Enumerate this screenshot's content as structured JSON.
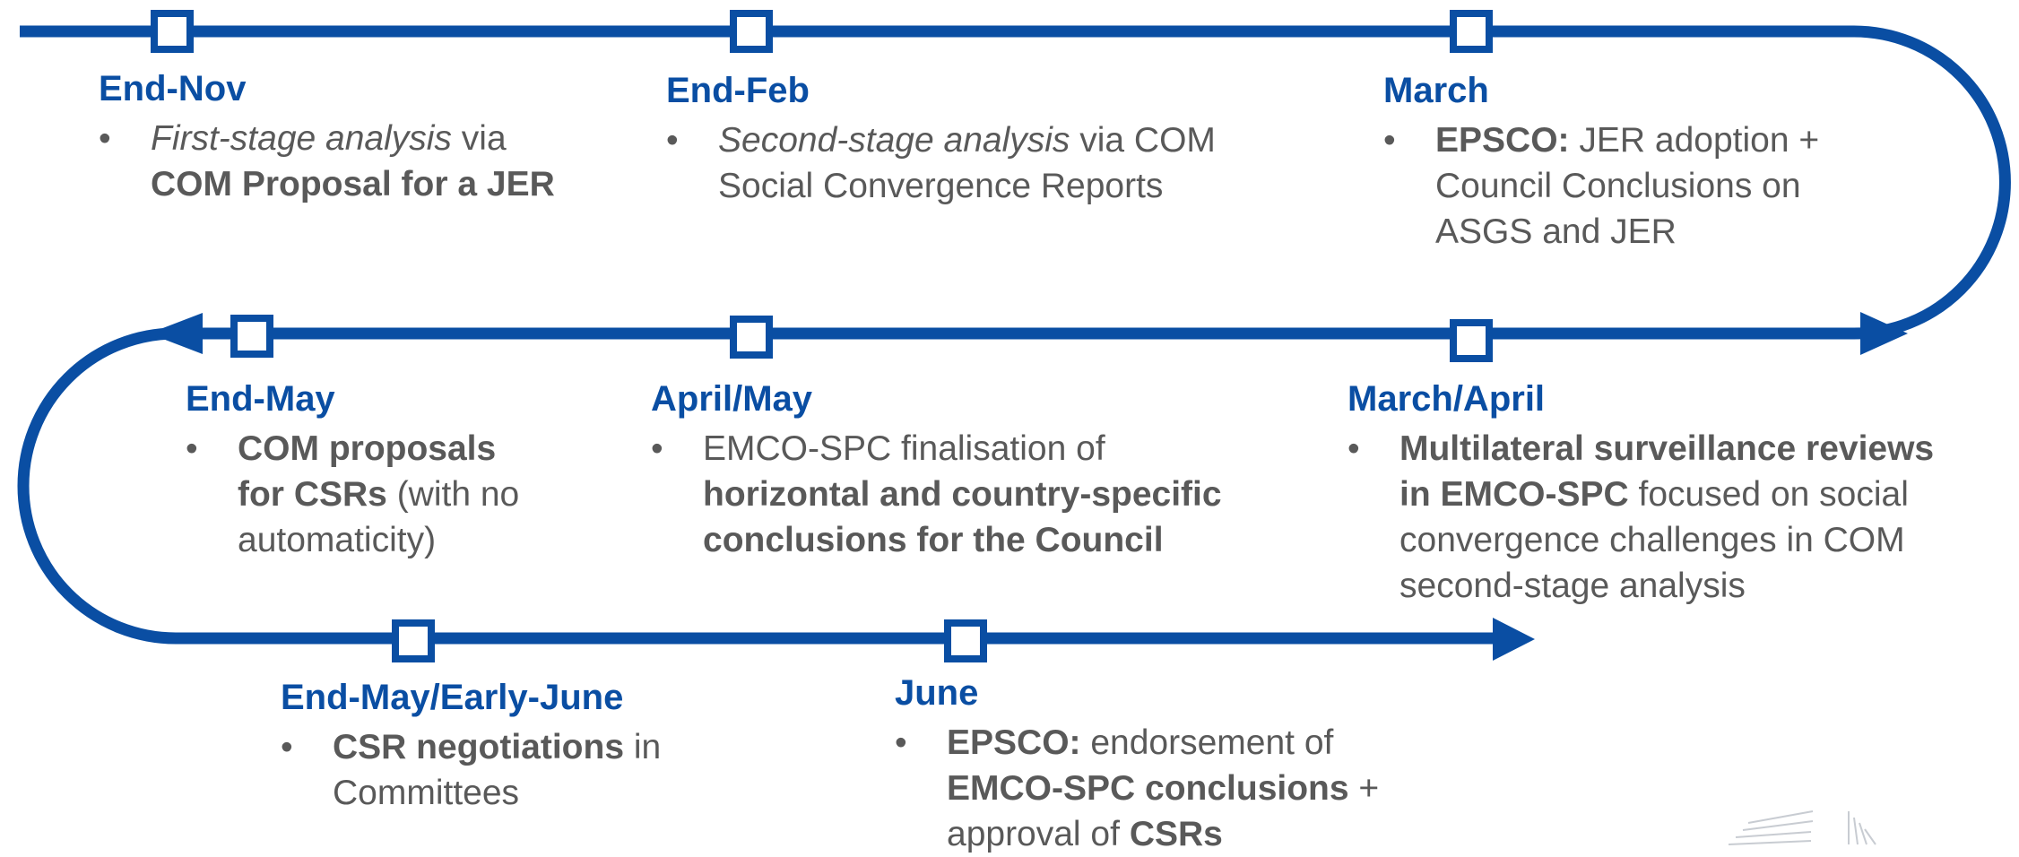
{
  "colors": {
    "track": "#0a4ea3",
    "title": "#0a4ea3",
    "text": "#595959",
    "node_fill": "#ffffff"
  },
  "bullet": "•",
  "milestones": [
    {
      "id": "end-nov",
      "title": "End-Nov",
      "lines": [
        [
          {
            "t": "First-stage analysis",
            "s": "i"
          },
          {
            "t": " via"
          }
        ],
        [
          {
            "t": "COM Proposal for a JER",
            "s": "b"
          }
        ]
      ]
    },
    {
      "id": "end-feb",
      "title": "End-Feb",
      "lines": [
        [
          {
            "t": "Second-stage analysis",
            "s": "i"
          },
          {
            "t": " via COM"
          }
        ],
        [
          {
            "t": "Social Convergence Reports"
          }
        ]
      ]
    },
    {
      "id": "march",
      "title": "March",
      "lines": [
        [
          {
            "t": "EPSCO:",
            "s": "b"
          },
          {
            "t": " JER adoption +"
          }
        ],
        [
          {
            "t": "Council Conclusions on"
          }
        ],
        [
          {
            "t": "ASGS and JER"
          }
        ]
      ]
    },
    {
      "id": "march-april",
      "title": "March/April",
      "lines": [
        [
          {
            "t": "Multilateral surveillance reviews",
            "s": "b"
          }
        ],
        [
          {
            "t": "in EMCO-SPC",
            "s": "b"
          },
          {
            "t": " focused on social"
          }
        ],
        [
          {
            "t": "convergence challenges in COM"
          }
        ],
        [
          {
            "t": "second-stage analysis"
          }
        ]
      ]
    },
    {
      "id": "april-may",
      "title": "April/May",
      "lines": [
        [
          {
            "t": "EMCO-SPC finalisation of"
          }
        ],
        [
          {
            "t": "horizontal and country-specific",
            "s": "b"
          }
        ],
        [
          {
            "t": "conclusions for the Council",
            "s": "b"
          }
        ]
      ]
    },
    {
      "id": "end-may",
      "title": "End-May",
      "lines": [
        [
          {
            "t": "COM proposals",
            "s": "b"
          }
        ],
        [
          {
            "t": "for CSRs",
            "s": "b"
          },
          {
            "t": " (with no"
          }
        ],
        [
          {
            "t": "automaticity)"
          }
        ]
      ]
    },
    {
      "id": "end-may-early-june",
      "title": "End-May/Early-June",
      "lines": [
        [
          {
            "t": "CSR negotiations",
            "s": "b"
          },
          {
            "t": " in"
          }
        ],
        [
          {
            "t": "Committees"
          }
        ]
      ]
    },
    {
      "id": "june",
      "title": "June",
      "lines": [
        [
          {
            "t": "EPSCO:",
            "s": "b"
          },
          {
            "t": " endorsement of"
          }
        ],
        [
          {
            "t": "EMCO-SPC conclusions",
            "s": "b"
          },
          {
            "t": " +"
          }
        ],
        [
          {
            "t": "approval of "
          },
          {
            "t": "CSRs",
            "s": "b"
          }
        ]
      ]
    }
  ]
}
